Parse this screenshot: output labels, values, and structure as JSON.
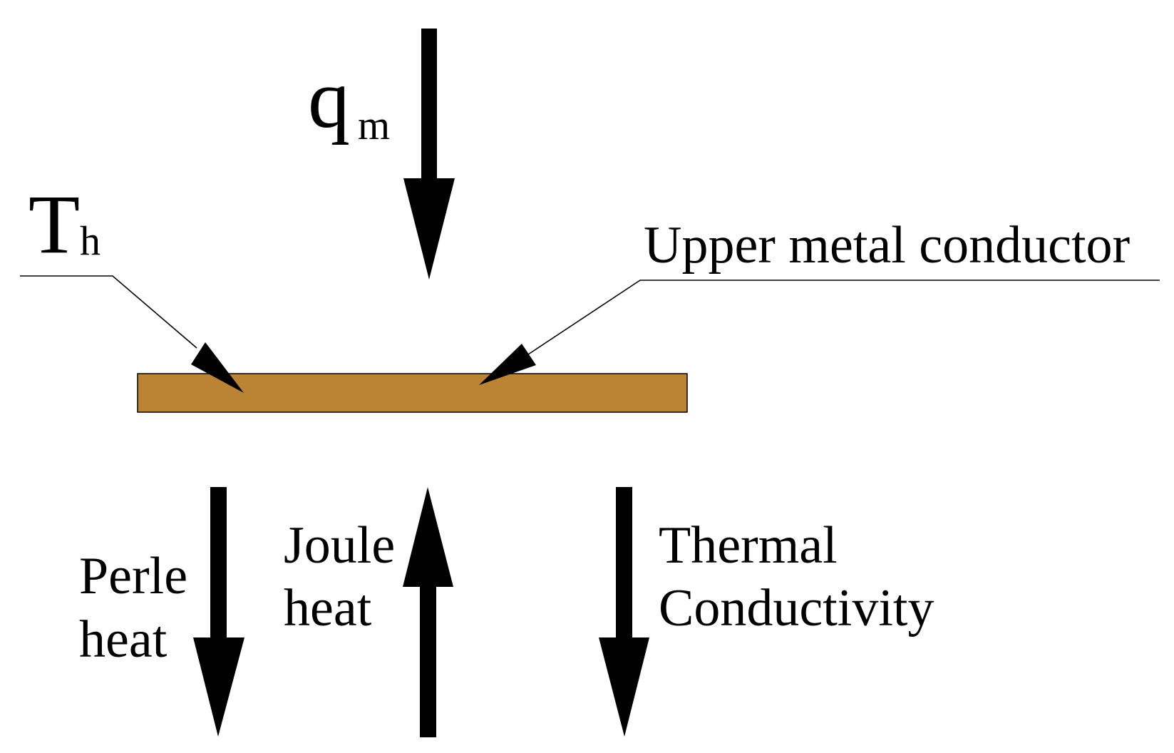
{
  "symbols": {
    "heat_flux": {
      "main": "q",
      "subscript": "m"
    },
    "temperature": {
      "main": "T",
      "subscript": "h"
    }
  },
  "labels": {
    "conductor": "Upper metal conductor",
    "perle_line1": "Perle",
    "perle_line2": "heat",
    "joule_line1": "Joule",
    "joule_line2": "heat",
    "thermal_line1": "Thermal",
    "thermal_line2": "Conductivity"
  },
  "colors": {
    "conductor_fill": "#BB8434",
    "arrow": "#000000",
    "leader_line": "#000000"
  }
}
